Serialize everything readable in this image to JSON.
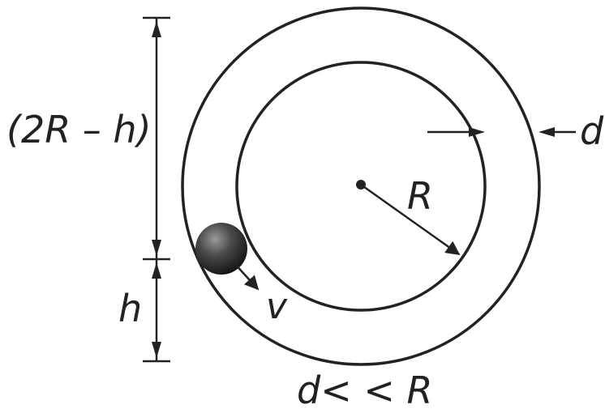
{
  "labels": {
    "height_top": "(2R – h)",
    "height_bottom": "h",
    "radius": "R",
    "gap": "d",
    "velocity": "v",
    "condition": "d< < R"
  }
}
